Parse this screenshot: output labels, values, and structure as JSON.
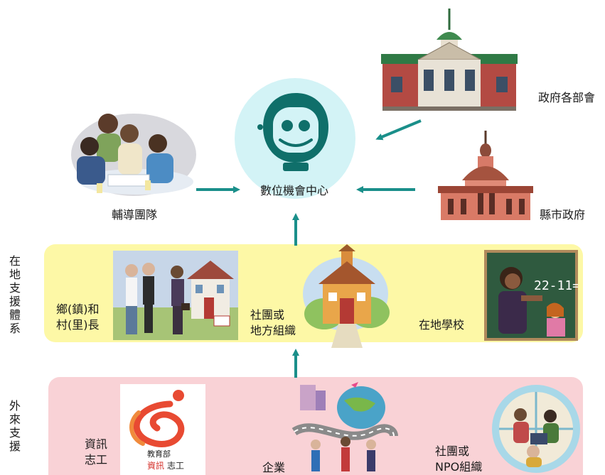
{
  "center": {
    "label": "數位機會中心"
  },
  "top_nodes": {
    "gov_ministries": "政府各部會",
    "county_gov": "縣市政府",
    "coaching_team": "輔導團隊"
  },
  "local_support": {
    "side_label": "在地支援體系",
    "leaders": [
      "鄉(鎮)和",
      "村(里)長"
    ],
    "community": [
      "社團或",
      "地方組織"
    ],
    "school": "在地學校",
    "math_board": "22-11=?"
  },
  "external_support": {
    "side_label": "外來支援",
    "volunteers": [
      "資訊",
      "志工"
    ],
    "volunteer_logo": {
      "top": "教育部",
      "bottom_a": "資訊",
      "bottom_b": "志工"
    },
    "enterprise": "企業",
    "npo": [
      "社團或",
      "NPO組織"
    ]
  },
  "colors": {
    "arrow": "#1a8f8a",
    "local_band": "#fdf8a6",
    "external_band": "#f9d2d6",
    "center_circle": "#d3f3f6",
    "robot": "#0f6f6a"
  }
}
